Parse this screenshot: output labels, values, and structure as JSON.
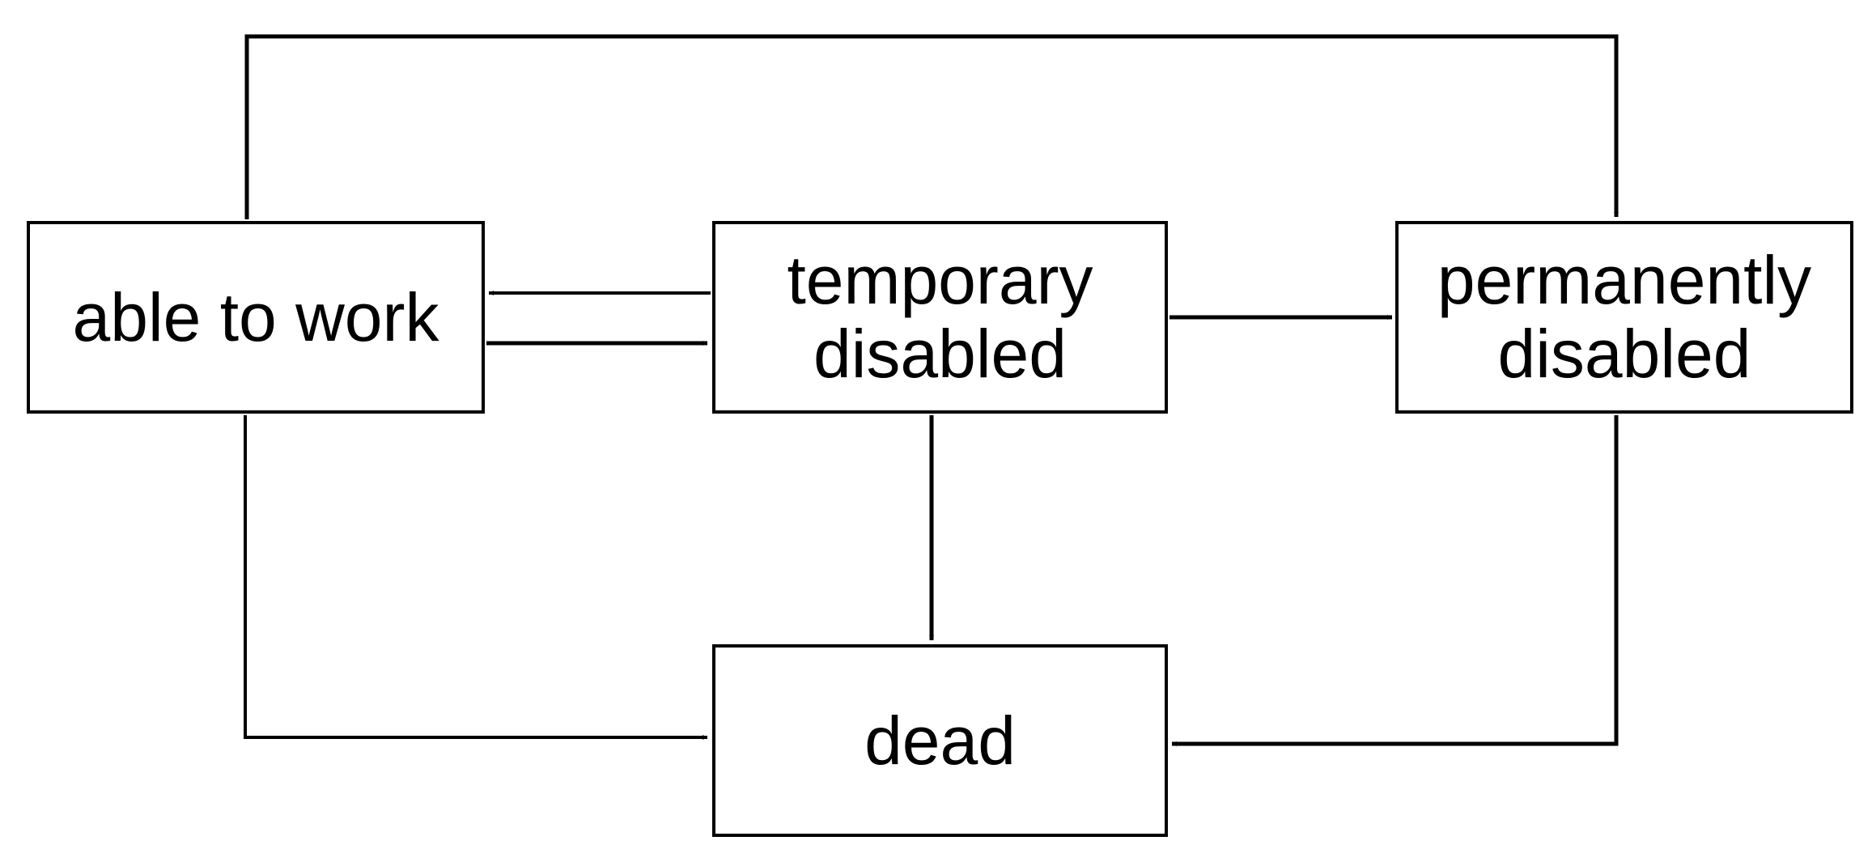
{
  "states": {
    "able_to_work": "able to work",
    "temporary_disabled": "temporary\ndisabled",
    "permanently_disabled": "permanently\ndisabled",
    "dead": "dead"
  },
  "colors": {
    "stroke": "#000000",
    "background": "#ffffff"
  },
  "transitions": [
    {
      "from": "able to work",
      "to": "permanently disabled"
    },
    {
      "from": "temporary disabled",
      "to": "able to work"
    },
    {
      "from": "able to work",
      "to": "temporary disabled"
    },
    {
      "from": "temporary disabled",
      "to": "permanently disabled"
    },
    {
      "from": "temporary disabled",
      "to": "dead"
    },
    {
      "from": "able to work",
      "to": "dead"
    },
    {
      "from": "permanently disabled",
      "to": "dead"
    }
  ]
}
